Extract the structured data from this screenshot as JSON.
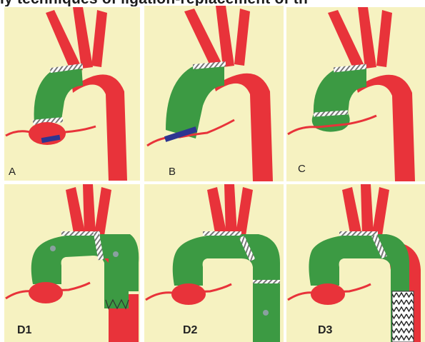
{
  "heading": "ly techniques of ligation-replacement of th",
  "colors": {
    "background": "#f6f2c1",
    "aorta": "#e8333a",
    "graft": "#3c9a43",
    "clamp": "#2d3591",
    "suture": "#ffffff"
  },
  "panels": [
    {
      "id": "A",
      "label": "A"
    },
    {
      "id": "B",
      "label": "B"
    },
    {
      "id": "C",
      "label": "C"
    },
    {
      "id": "D1",
      "label": "D1"
    },
    {
      "id": "D2",
      "label": "D2"
    },
    {
      "id": "D3",
      "label": "D3"
    }
  ]
}
